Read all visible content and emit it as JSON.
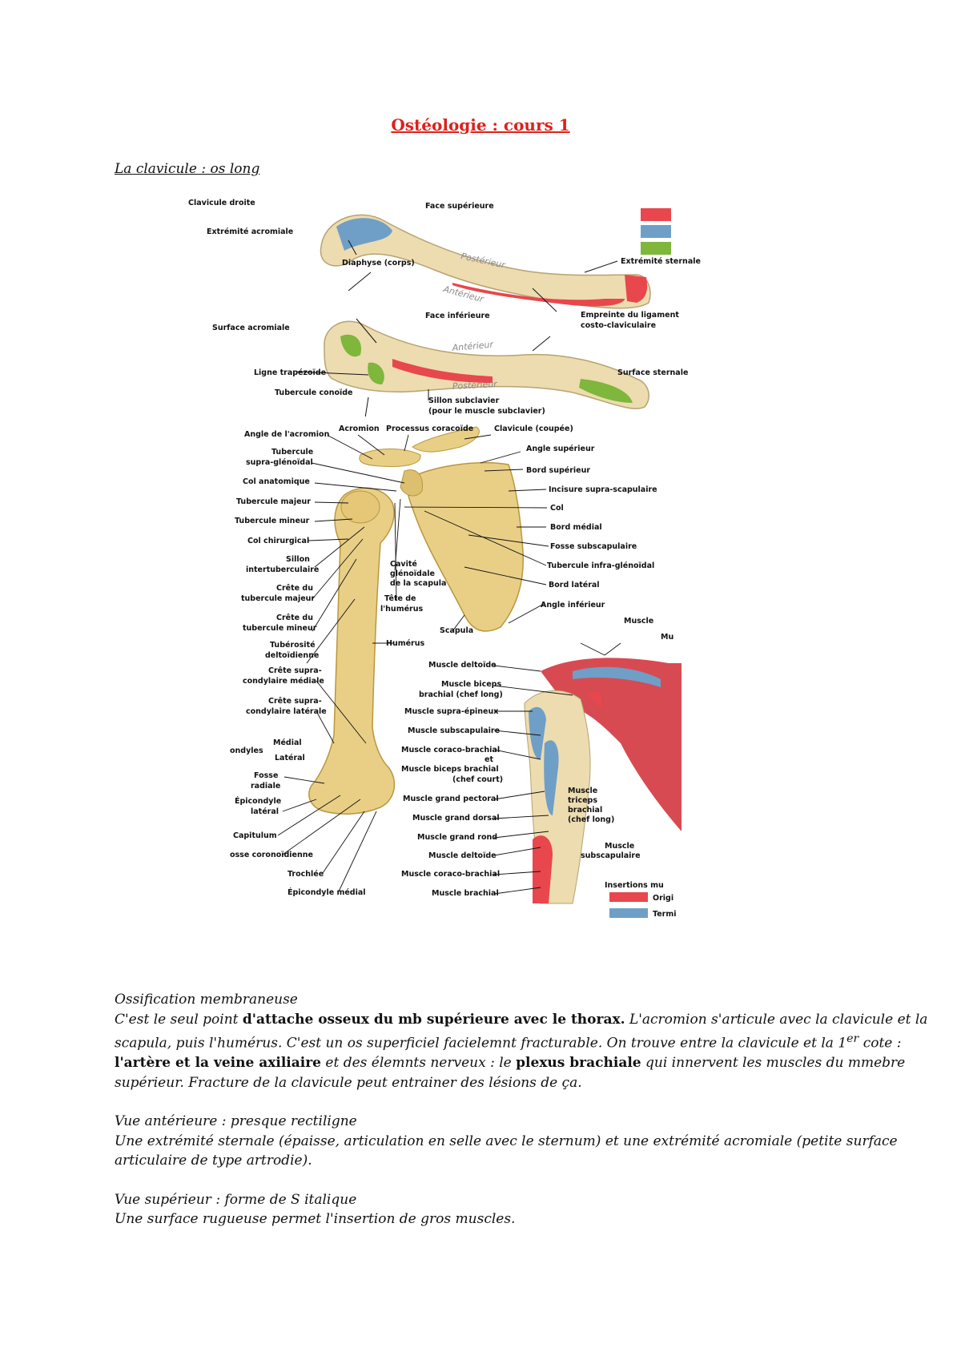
{
  "document": {
    "title": "Ostéologie : cours 1",
    "subtitle": "La clavicule : os long"
  },
  "figure": {
    "clavicle": {
      "title": "Clavicule droite",
      "face_sup": "Face supérieure",
      "extremite_acromiale": "Extrémité acromiale",
      "posterieur": "Postérieur",
      "diaphyse": "Diaphyse (corps)",
      "anterieur": "Antérieur",
      "extremite_sternale": "Extrémité sternale",
      "face_inf": "Face inférieure",
      "empreinte_1": "Empreinte du ligament",
      "empreinte_2": "costo-claviculaire",
      "surface_acromiale": "Surface acromiale",
      "anterieur2": "Antérieur",
      "ligne_trapezoide": "Ligne trapézoïde",
      "posterieur2": "Postérieur",
      "surface_sternale": "Surface sternale",
      "tubercule_conoide": "Tubercule conoïde",
      "sillon_1": "Sillon subclavier",
      "sillon_2": "(pour le muscle subclavier)"
    },
    "humerus": {
      "angle_acromion": "Angle de l'acromion",
      "acromion": "Acromion",
      "processus_coracoide": "Processus coracoïde",
      "clavicule_coupee": "Clavicule (coupée)",
      "angle_superieur": "Angle supérieur",
      "tub_supra_1": "Tubercule",
      "tub_supra_2": "supra-glénoïdal",
      "bord_superieur": "Bord supérieur",
      "col_anatomique": "Col anatomique",
      "incisure": "Incisure supra-scapulaire",
      "tubercule_majeur": "Tubercule majeur",
      "col": "Col",
      "tubercule_mineur": "Tubercule mineur",
      "bord_medial": "Bord médial",
      "col_chirurgical": "Col chirurgical",
      "fosse_subscapulaire": "Fosse subscapulaire",
      "sillon_1": "Sillon",
      "sillon_2": "intertuberculaire",
      "tub_infra": "Tubercule infra-glénoïdal",
      "cavite_1": "Cavité",
      "cavite_2": "glénoïdale",
      "cavite_3": "de la scapula",
      "bord_lateral": "Bord latéral",
      "crete_maj_1": "Crête du",
      "crete_maj_2": "tubercule majeur",
      "tete_1": "Tête de",
      "tete_2": "l'humérus",
      "angle_inferieur": "Angle inférieur",
      "crete_min_1": "Crête du",
      "crete_min_2": "tubercule mineur",
      "scapula": "Scapula",
      "tuberosite_1": "Tubérosité",
      "tuberosite_2": "deltoïdienne",
      "humerus": "Humérus",
      "crete_med_1": "Crête supra-",
      "crete_med_2": "condylaire médiale",
      "crete_lat_1": "Crête supra-",
      "crete_lat_2": "condylaire latérale",
      "condyles": "ondyles",
      "medial": "Médial",
      "lateral": "Latéral",
      "fosse_radiale_1": "Fosse",
      "fosse_radiale_2": "radiale",
      "epicondyle_lat_1": "Épicondyle",
      "epicondyle_lat_2": "latéral",
      "capitulum": "Capitulum",
      "fosse_coronoidienne": "osse coronoïdienne",
      "trochlee": "Trochlée",
      "epicondyle_med": "Épicondyle médial"
    },
    "muscles": {
      "muscle_tr": "Muscle",
      "mu_tr": "Mu",
      "deltoide": "Muscle deltoïde",
      "biceps_1": "Muscle biceps",
      "biceps_2": "brachial (chef long)",
      "supra_epineux": "Muscle supra-épineux",
      "subscapulaire": "Muscle subscapulaire",
      "coraco_1": "Muscle coraco-brachial",
      "coraco_2": "et",
      "coraco_3": "Muscle biceps brachial",
      "coraco_4": "(chef court)",
      "grand_pectoral": "Muscle grand pectoral",
      "grand_dorsal": "Muscle grand dorsal",
      "grand_rond": "Muscle grand rond",
      "deltoide2": "Muscle deltoïde",
      "coraco_brachial": "Muscle coraco-brachial",
      "brachial": "Muscle brachial",
      "triceps_1": "Muscle",
      "triceps_2": "triceps",
      "triceps_3": "brachial",
      "triceps_4": "(chef long)",
      "subscap_1": "Muscle",
      "subscap_2": "subscapulaire",
      "insertions": "Insertions mu",
      "origine": "Origi",
      "terminaison": "Termi"
    }
  },
  "colors": {
    "title": "#e0201b",
    "bone": "#eddcb0",
    "bone_humerus": "#e9cf86",
    "red_insertion": "#e8474d",
    "blue_insertion": "#6f9fc7",
    "green_insertion": "#7fb63c"
  },
  "body": {
    "p1": "Ossification membraneuse",
    "p2_a": "C'est le seul point ",
    "p2_b": "d'attache osseux du mb supérieure avec le thorax.",
    "p2_c": " L'acromion s'articule avec la clavicule et la scapula, puis l'humérus. C'est un os superficiel facielemnt fracturable. On trouve entre la clavicule et la 1",
    "p2_sup": "er",
    "p2_d": " cote : ",
    "p2_e": "l'artère et la veine axiliaire",
    "p2_f": " et des élemnts nerveux : le ",
    "p2_g": "plexus brachiale",
    "p2_h": " qui innervent les muscles du mmebre supérieur. Fracture de la clavicule peut entrainer des lésions de ça.",
    "p3": "Vue antérieure : presque rectiligne",
    "p4": "Une extrémité sternale (épaisse, articulation en selle avec le sternum) et une extrémité acromiale (petite surface articulaire de type artrodie).",
    "p5": "Vue supérieur : forme de S italique",
    "p6": "Une surface rugueuse permet l'insertion de gros muscles."
  }
}
